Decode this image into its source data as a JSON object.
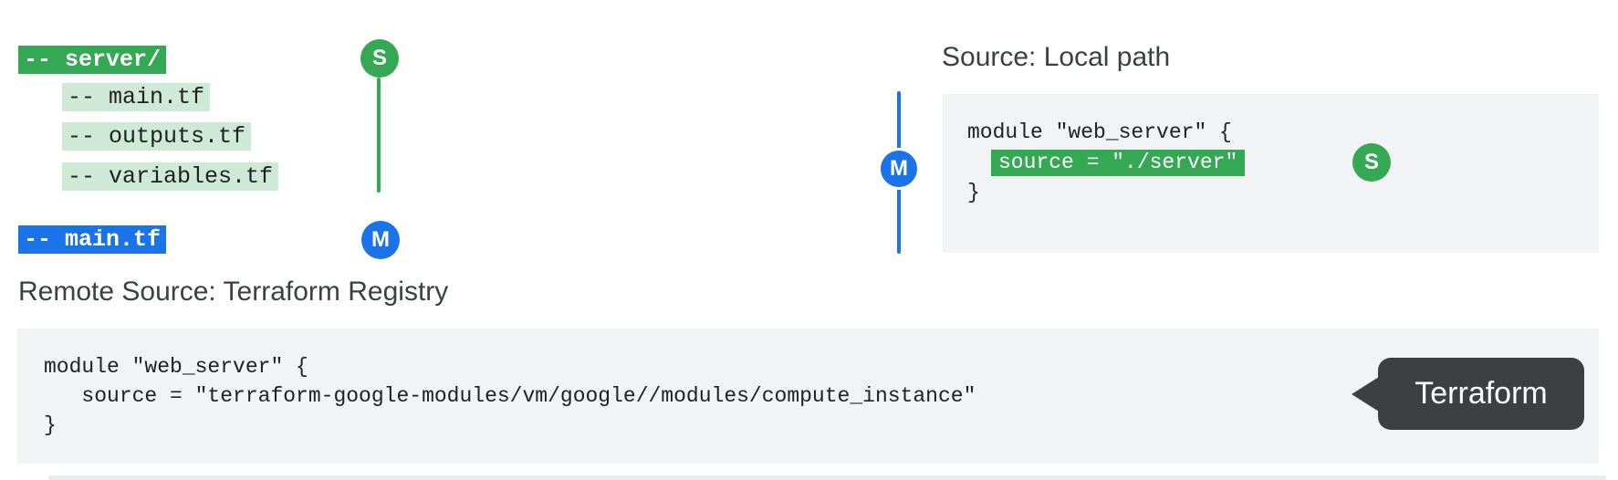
{
  "colors": {
    "green": "#34a853",
    "green-light": "#ceead6",
    "blue": "#1a73e8",
    "code-bg": "#f1f3f4",
    "tooltip-bg": "#3c4043",
    "heading-text": "#3c4043",
    "code-text": "#202124"
  },
  "file_tree": {
    "root": "-- server/",
    "children": [
      "-- main.tf",
      "-- outputs.tf",
      "-- variables.tf"
    ],
    "module_file": "-- main.tf"
  },
  "markers": {
    "source_label": "S",
    "module_label": "M"
  },
  "local_source": {
    "heading": "Source: Local path",
    "code_line1": "module \"web_server\" {",
    "code_highlight": "source = \"./server\"",
    "code_line3": "}"
  },
  "remote_source": {
    "heading": "Remote Source: Terraform Registry",
    "code_line1": "module \"web_server\" {",
    "code_line2": "   source = \"terraform-google-modules/vm/google//modules/compute_instance\"",
    "code_line3": "}",
    "tooltip": "Terraform"
  }
}
